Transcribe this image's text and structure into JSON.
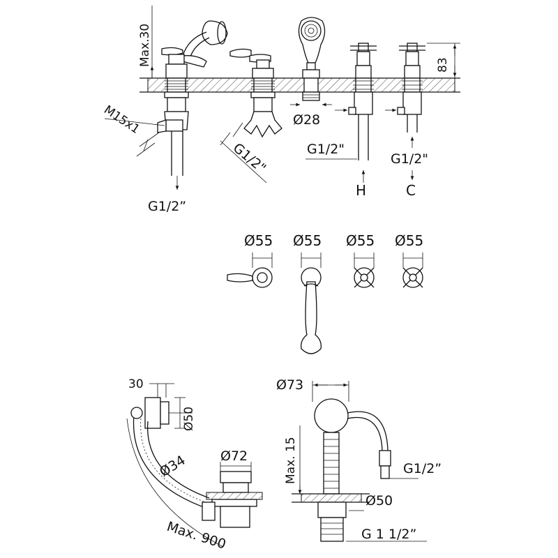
{
  "labels": {
    "max30": "Max.30",
    "m15x1": "M15x1",
    "g12_a": "G1/2”",
    "g12_b": "G1/2\"",
    "d28": "Ø28",
    "g12_c": "G1/2\"",
    "g12_d": "G1/2\"",
    "h": "H",
    "c": "C",
    "dim83": "83",
    "d55_1": "Ø55",
    "d55_2": "Ø55",
    "d55_3": "Ø55",
    "d55_4": "Ø55",
    "dim30": "30",
    "d50_a": "Ø50",
    "d34": "Ø34",
    "d72": "Ø72",
    "max900": "Max. 900",
    "d73": "Ø73",
    "max15": "Max. 15",
    "g12_e": "G1/2”",
    "d50_b": "Ø50",
    "g112": "G 1 1/2”"
  }
}
